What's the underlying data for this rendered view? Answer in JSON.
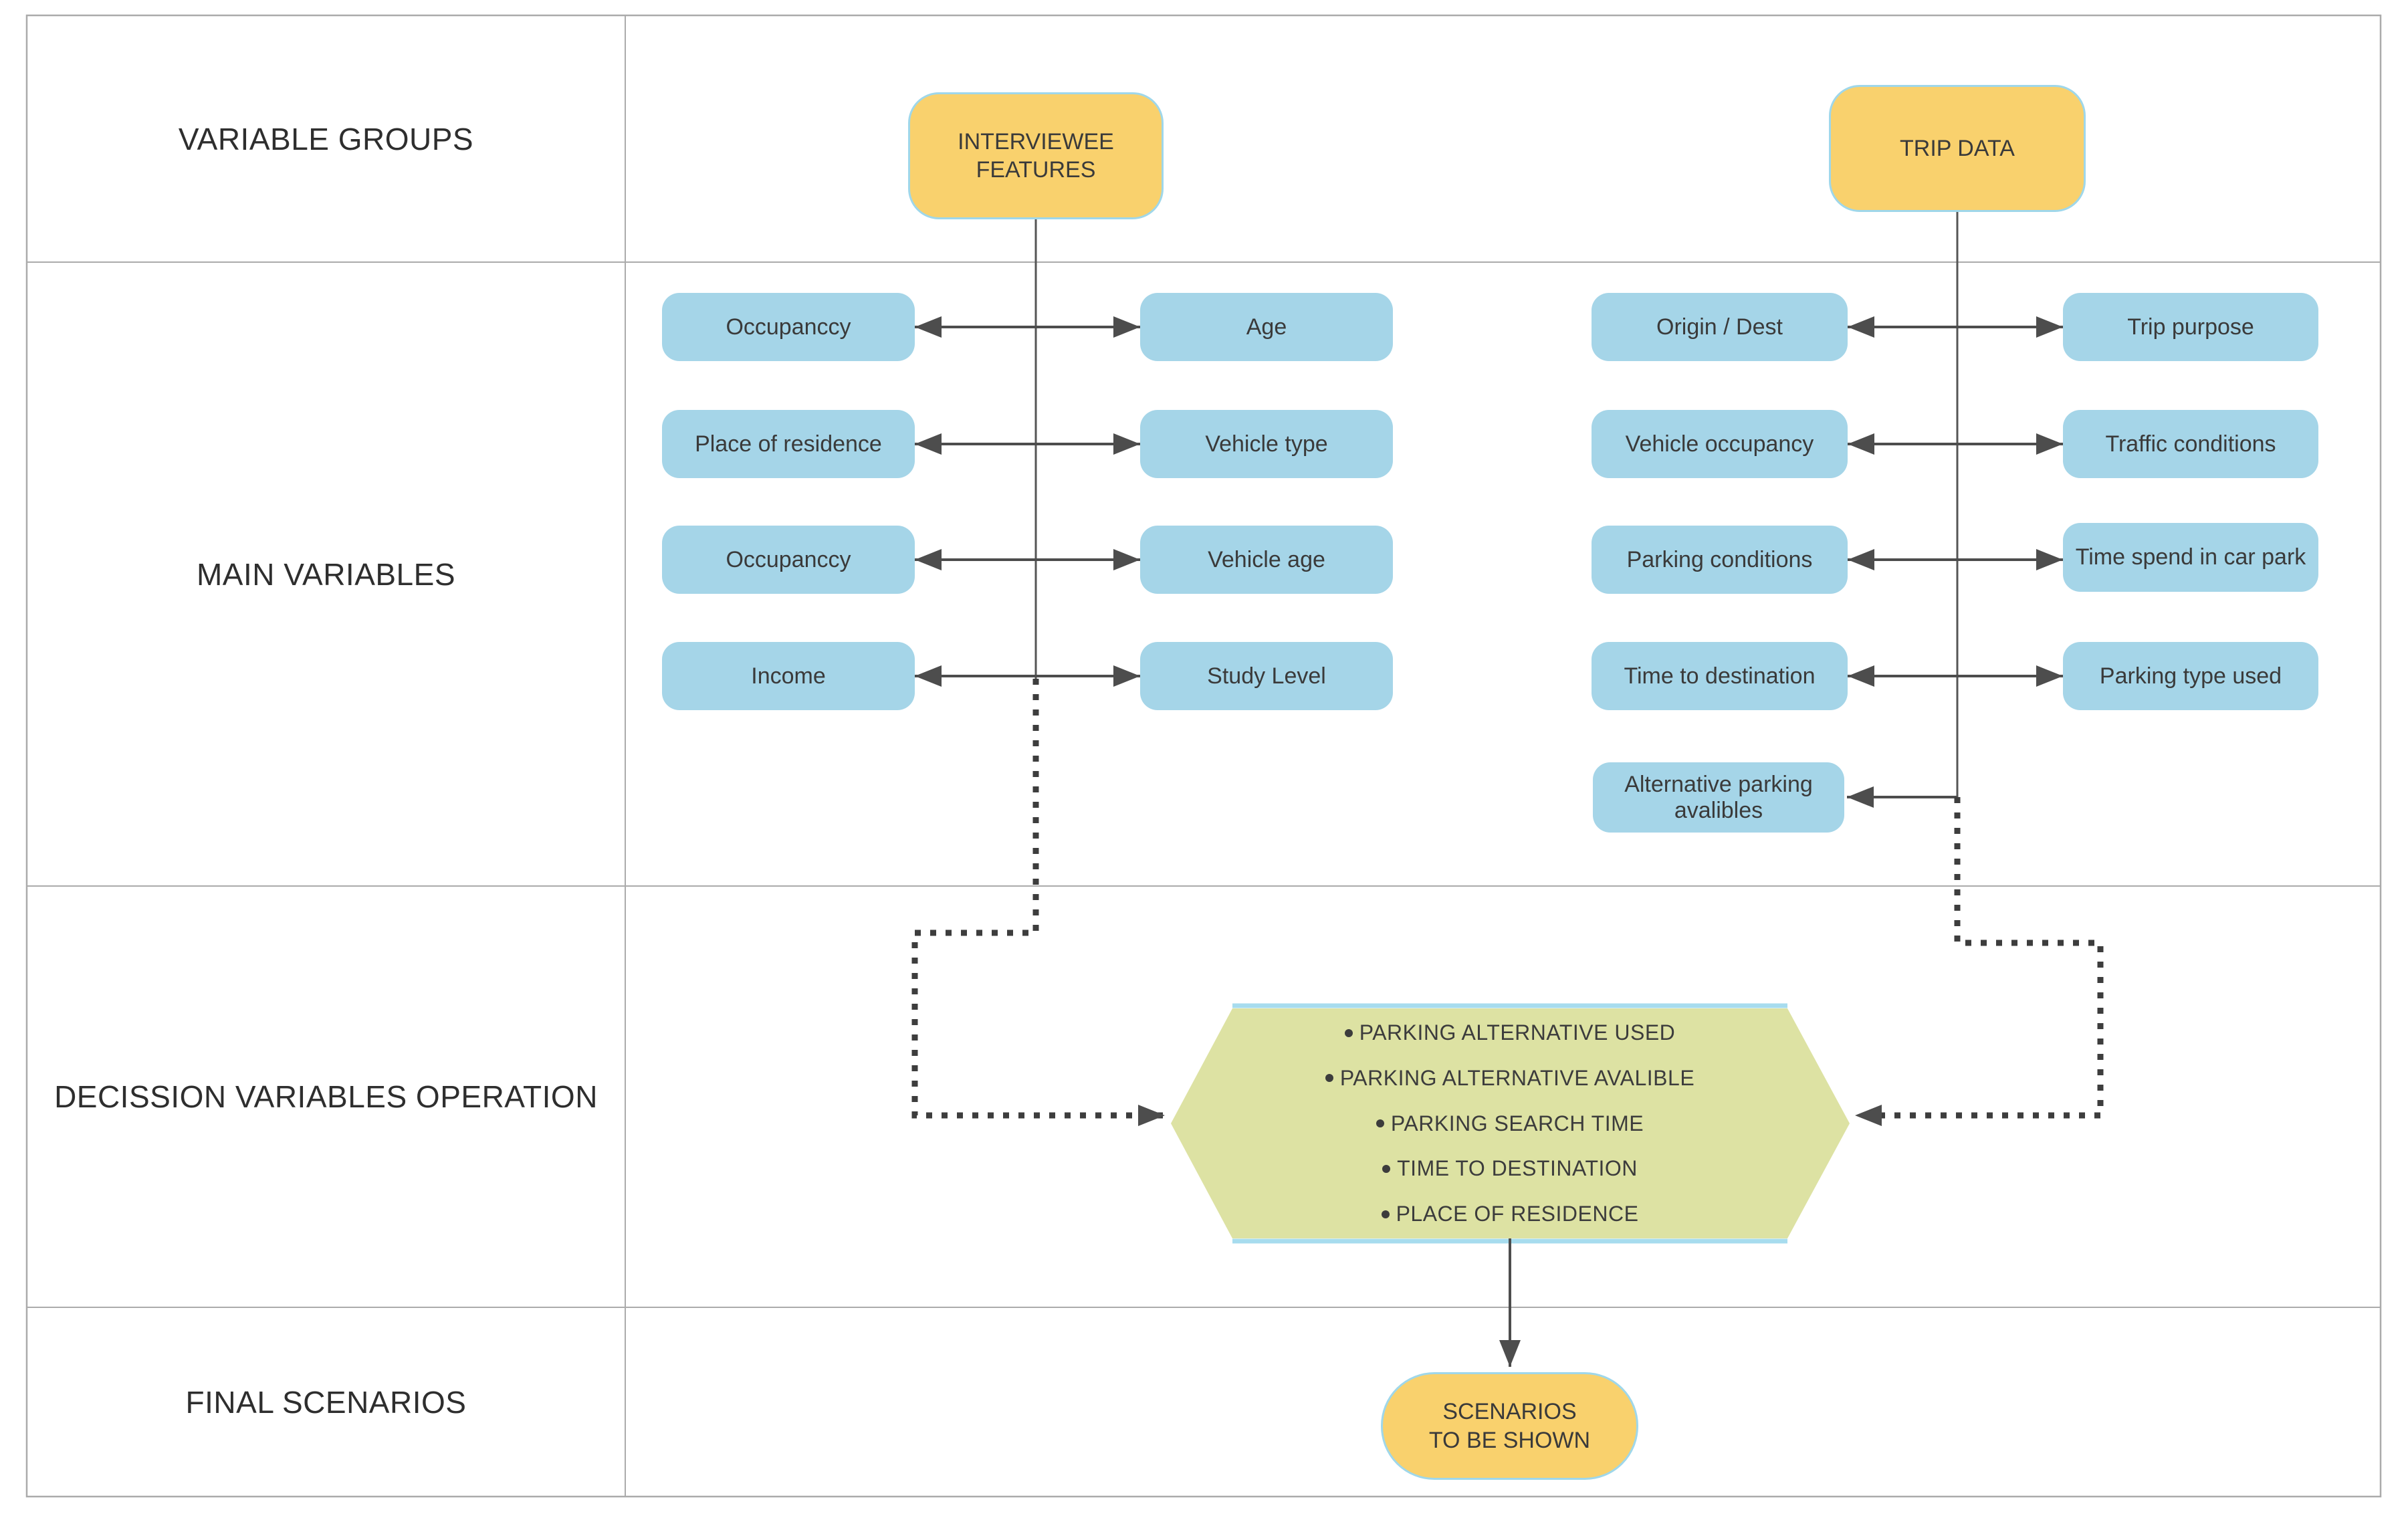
{
  "row_labels": [
    "VARIABLE GROUPS",
    "MAIN VARIABLES",
    "DECISSION VARIABLES OPERATION",
    "FINAL SCENARIOS"
  ],
  "groups": {
    "interviewee": {
      "header": "INTERVIEWEE\nFEATURES",
      "pairs": [
        {
          "left": "Occupanccy",
          "right": "Age"
        },
        {
          "left": "Place of residence",
          "right": "Vehicle type"
        },
        {
          "left": "Occupanccy",
          "right": "Vehicle age"
        },
        {
          "left": "Income",
          "right": "Study Level"
        }
      ]
    },
    "trip": {
      "header": "TRIP DATA",
      "pairs": [
        {
          "left": "Origin / Dest",
          "right": "Trip purpose"
        },
        {
          "left": "Vehicle occupancy",
          "right": "Traffic conditions"
        },
        {
          "left": "Parking conditions",
          "right": "Time spend in car park"
        },
        {
          "left": "Time to destination",
          "right": "Parking type used"
        }
      ],
      "extra": "Alternative parking avalibles"
    }
  },
  "hexagon": {
    "bullets": [
      "PARKING ALTERNATIVE USED",
      "PARKING ALTERNATIVE AVALIBLE",
      "PARKING SEARCH TIME",
      "TIME TO DESTINATION",
      "PLACE OF RESIDENCE"
    ]
  },
  "final_node": "SCENARIOS\nTO BE SHOWN",
  "colors": {
    "node_blue": "#a5d5e8",
    "node_yellow": "#f9d16d",
    "node_yellow_border": "#9fd7ea",
    "hexagon_green": "#dde2a3",
    "hexagon_edge_blue": "#a7dcee",
    "arrow_gray": "#4d4d4d",
    "table_border_gray": "#ababab",
    "text": "#3a3a3a"
  }
}
